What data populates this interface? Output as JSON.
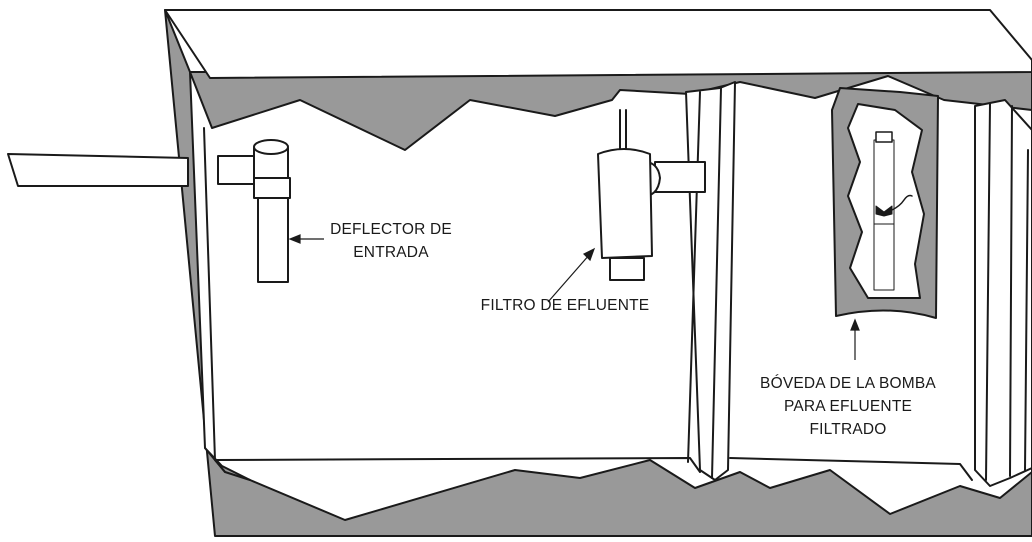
{
  "labels": {
    "inlet_baffle": [
      "DEFLECTOR DE",
      "ENTRADA"
    ],
    "effluent_filter": [
      "FILTRO DE EFLUENTE"
    ],
    "pump_vault": [
      "BÓVEDA DE LA BOMBA",
      "PARA EFLUENTE",
      "FILTRADO"
    ]
  },
  "colors": {
    "tank_wall": "#999999",
    "outline": "#1a1a1a",
    "background": "#ffffff"
  }
}
